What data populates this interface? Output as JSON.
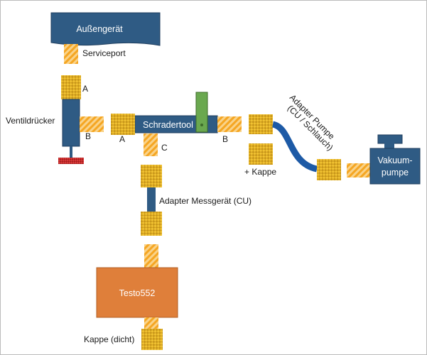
{
  "colors": {
    "blue": "#2f5b84",
    "blue_dark": "#1f3e5e",
    "hose_blue": "#1d5aa6",
    "orange_stripe": "#f5a623",
    "orange_stripe_bg": "#f9d38a",
    "checker_yellow": "#f1c232",
    "checker_dark": "#c9971a",
    "testo_orange": "#df7f3a",
    "green": "#6aa84f",
    "red": "#cc2222",
    "frame": "#bbbbbb"
  },
  "labels": {
    "aussengeraet": "Außengerät",
    "serviceport": "Serviceport",
    "ventildruecker": "Ventildrücker",
    "a_upper": "A",
    "b_left": "B",
    "a_lower": "A",
    "c": "C",
    "schradertool": "Schradertool",
    "b_right": "B",
    "adapter_pumpe_1": "Adapter Pumpe",
    "adapter_pumpe_2": "(CU / Schlauch)",
    "kappe": "+ Kappe",
    "vakuum_1": "Vakuum-",
    "vakuum_2": "pumpe",
    "adapter_messgeraet": "Adapter Messgerät (CU)",
    "testo": "Testo552",
    "kappe_dicht": "Kappe (dicht)"
  }
}
